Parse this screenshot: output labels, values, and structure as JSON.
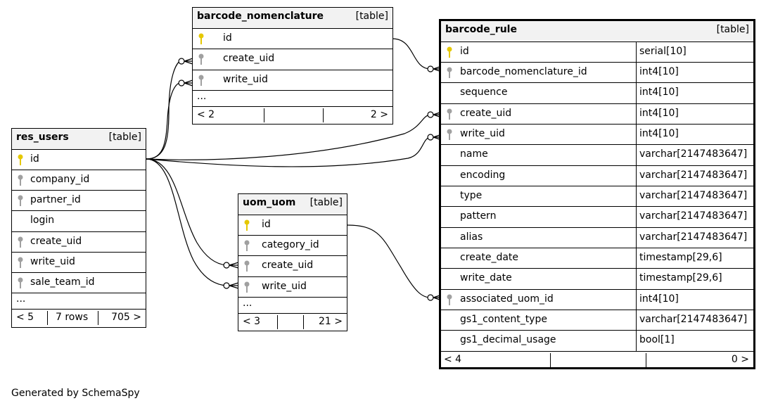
{
  "caption": "Generated by SchemaSpy",
  "colors": {
    "primary_key": "#e5c800",
    "foreign_key": "#a0a0a0",
    "header_bg": "#f2f2f2"
  },
  "tables": {
    "barcode_nomenclature": {
      "name": "barcode_nomenclature",
      "kind": "[table]",
      "columns": [
        {
          "name": "id",
          "key": "primary-key-icon"
        },
        {
          "name": "create_uid",
          "key": "foreign-key-icon"
        },
        {
          "name": "write_uid",
          "key": "foreign-key-icon"
        }
      ],
      "ellipsis": "...",
      "footer": {
        "parents": "< 2",
        "rows": "",
        "children": "2 >"
      }
    },
    "res_users": {
      "name": "res_users",
      "kind": "[table]",
      "columns": [
        {
          "name": "id",
          "key": "primary-key-icon"
        },
        {
          "name": "company_id",
          "key": "foreign-key-icon"
        },
        {
          "name": "partner_id",
          "key": "foreign-key-icon"
        },
        {
          "name": "login",
          "key": ""
        },
        {
          "name": "create_uid",
          "key": "foreign-key-icon"
        },
        {
          "name": "write_uid",
          "key": "foreign-key-icon"
        },
        {
          "name": "sale_team_id",
          "key": "foreign-key-icon"
        }
      ],
      "ellipsis": "...",
      "footer": {
        "parents": "< 5",
        "rows": "7 rows",
        "children": "705 >"
      }
    },
    "uom_uom": {
      "name": "uom_uom",
      "kind": "[table]",
      "columns": [
        {
          "name": "id",
          "key": "primary-key-icon"
        },
        {
          "name": "category_id",
          "key": "foreign-key-icon"
        },
        {
          "name": "create_uid",
          "key": "foreign-key-icon"
        },
        {
          "name": "write_uid",
          "key": "foreign-key-icon"
        }
      ],
      "ellipsis": "...",
      "footer": {
        "parents": "< 3",
        "rows": "",
        "children": "21 >"
      }
    },
    "barcode_rule": {
      "name": "barcode_rule",
      "kind": "[table]",
      "columns": [
        {
          "name": "id",
          "type": "serial[10]",
          "key": "primary-key-icon"
        },
        {
          "name": "barcode_nomenclature_id",
          "type": "int4[10]",
          "key": "foreign-key-icon"
        },
        {
          "name": "sequence",
          "type": "int4[10]",
          "key": ""
        },
        {
          "name": "create_uid",
          "type": "int4[10]",
          "key": "foreign-key-icon"
        },
        {
          "name": "write_uid",
          "type": "int4[10]",
          "key": "foreign-key-icon"
        },
        {
          "name": "name",
          "type": "varchar[2147483647]",
          "key": ""
        },
        {
          "name": "encoding",
          "type": "varchar[2147483647]",
          "key": ""
        },
        {
          "name": "type",
          "type": "varchar[2147483647]",
          "key": ""
        },
        {
          "name": "pattern",
          "type": "varchar[2147483647]",
          "key": ""
        },
        {
          "name": "alias",
          "type": "varchar[2147483647]",
          "key": ""
        },
        {
          "name": "create_date",
          "type": "timestamp[29,6]",
          "key": ""
        },
        {
          "name": "write_date",
          "type": "timestamp[29,6]",
          "key": ""
        },
        {
          "name": "associated_uom_id",
          "type": "int4[10]",
          "key": "foreign-key-icon"
        },
        {
          "name": "gs1_content_type",
          "type": "varchar[2147483647]",
          "key": ""
        },
        {
          "name": "gs1_decimal_usage",
          "type": "bool[1]",
          "key": ""
        }
      ],
      "footer": {
        "parents": "< 4",
        "rows": "",
        "children": "0 >"
      }
    }
  },
  "relationships": [
    {
      "from": "barcode_nomenclature.create_uid",
      "to": "res_users.id"
    },
    {
      "from": "barcode_nomenclature.write_uid",
      "to": "res_users.id"
    },
    {
      "from": "barcode_rule.barcode_nomenclature_id",
      "to": "barcode_nomenclature.id"
    },
    {
      "from": "barcode_rule.create_uid",
      "to": "res_users.id"
    },
    {
      "from": "barcode_rule.write_uid",
      "to": "res_users.id"
    },
    {
      "from": "uom_uom.create_uid",
      "to": "res_users.id"
    },
    {
      "from": "uom_uom.write_uid",
      "to": "res_users.id"
    },
    {
      "from": "barcode_rule.associated_uom_id",
      "to": "uom_uom.id"
    }
  ]
}
